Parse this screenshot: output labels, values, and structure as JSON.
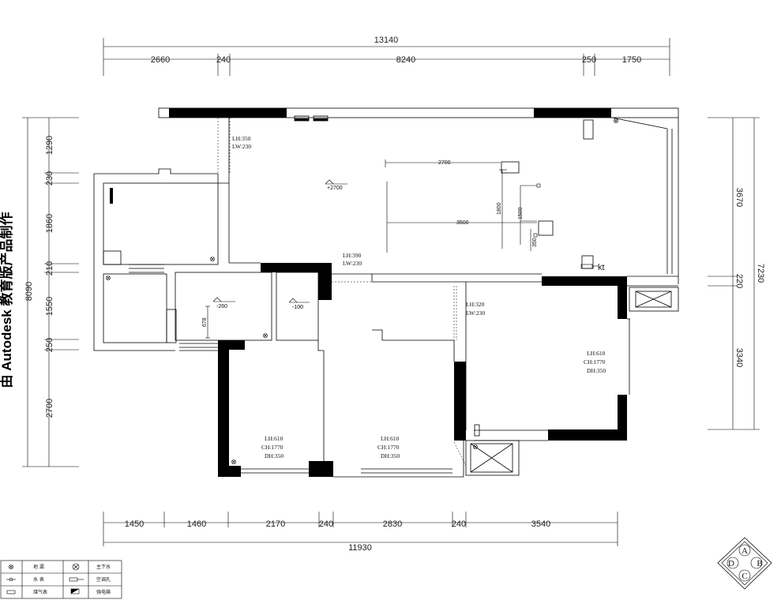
{
  "watermark": "由 Autodesk 教育版产品制作",
  "dimensions": {
    "top_total": "13140",
    "top_segments": [
      "2660",
      "240",
      "8240",
      "250",
      "1750"
    ],
    "bottom_total": "11930",
    "bottom_segments": [
      "1450",
      "1460",
      "2170",
      "240",
      "2830",
      "240",
      "3540"
    ],
    "left_total": "8090",
    "left_segments": [
      "1290",
      "230",
      "1860",
      "210",
      "1550",
      "250",
      "2700"
    ],
    "right_total": "7230",
    "right_segments": [
      "3670",
      "220",
      "3340"
    ]
  },
  "notes": {
    "opening_a": {
      "lh": "LH:350",
      "lw": "LW:230"
    },
    "opening_b": {
      "lh": "LH:390",
      "lw": "LW:230"
    },
    "opening_c": {
      "lh": "LH:320",
      "lw": "LW:230"
    },
    "window_right": {
      "lh": "LH:610",
      "ch": "CH:1770",
      "dh": "DH:350"
    },
    "window_bl": {
      "lh": "LH:610",
      "ch": "CH:1770",
      "dh": "DH:350"
    },
    "window_bm": {
      "lh": "LH:610",
      "ch": "CH:1770",
      "dh": "DH:350"
    }
  },
  "levels": {
    "living": "+2700",
    "area_a": "-260",
    "area_b": "-100"
  },
  "inner_dims": {
    "d2700": "2700",
    "d3500": "3500",
    "d1800": "1800",
    "d1500": "1500",
    "d350": "350",
    "d678": "678"
  },
  "ac_label": "kt",
  "legend": [
    {
      "icon": "floor-drain-icon",
      "label": "地 漏"
    },
    {
      "icon": "sewer-pipe-icon",
      "label": "主下水"
    },
    {
      "icon": "water-meter-icon",
      "label": "水 表"
    },
    {
      "icon": "ac-hole-icon",
      "label": "空调孔"
    },
    {
      "icon": "gas-meter-icon",
      "label": "煤气表"
    },
    {
      "icon": "power-box-icon",
      "label": "强电箱"
    }
  ],
  "seal_letters": [
    "A",
    "B",
    "C",
    "D"
  ]
}
